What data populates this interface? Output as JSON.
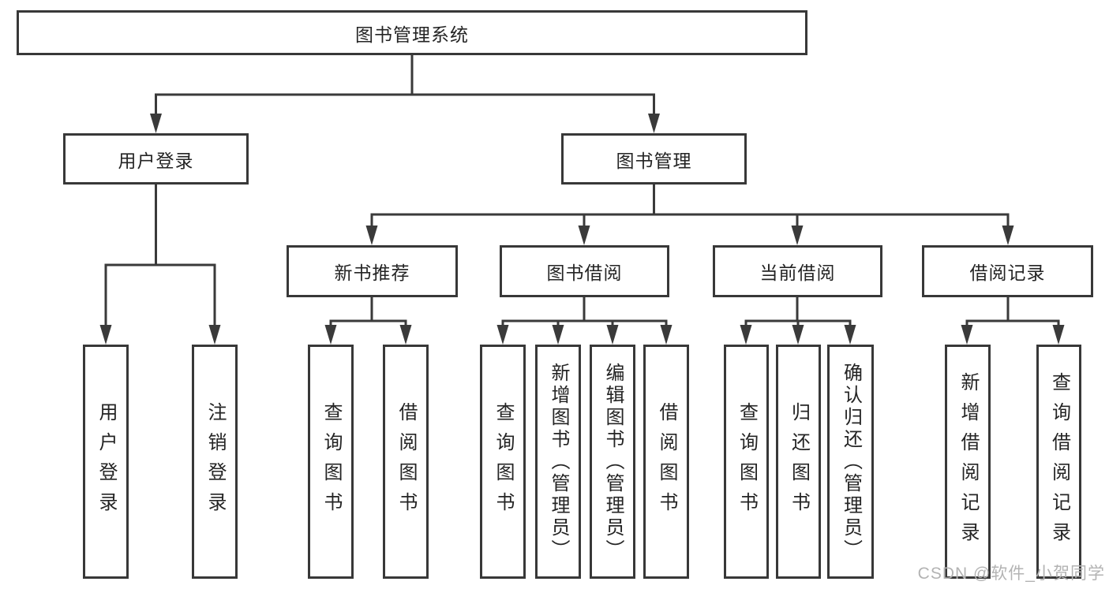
{
  "colors": {
    "line": "#3a3a3a",
    "box_border": "#383838",
    "box_fill": "#ffffff",
    "text": "#242424",
    "watermark": "#b3b3b3"
  },
  "nodes": {
    "root": {
      "label": "图书管理系统"
    },
    "level1": [
      {
        "label": "用户登录"
      },
      {
        "label": "图书管理"
      }
    ],
    "level2": [
      {
        "label": "新书推荐"
      },
      {
        "label": "图书借阅"
      },
      {
        "label": "当前借阅"
      },
      {
        "label": "借阅记录"
      }
    ],
    "leaves": [
      {
        "label": "用户登录"
      },
      {
        "label": "注销登录"
      },
      {
        "label": "查询图书"
      },
      {
        "label": "借阅图书"
      },
      {
        "label": "查询图书"
      },
      {
        "label": "新增图书（管理员）"
      },
      {
        "label": "编辑图书（管理员）"
      },
      {
        "label": "借阅图书"
      },
      {
        "label": "查询图书"
      },
      {
        "label": "归还图书"
      },
      {
        "label": "确认归还（管理员）"
      },
      {
        "label": "新增借阅记录"
      },
      {
        "label": "查询借阅记录"
      }
    ]
  },
  "watermark": {
    "text": "CSDN @软件_小贺同学"
  }
}
